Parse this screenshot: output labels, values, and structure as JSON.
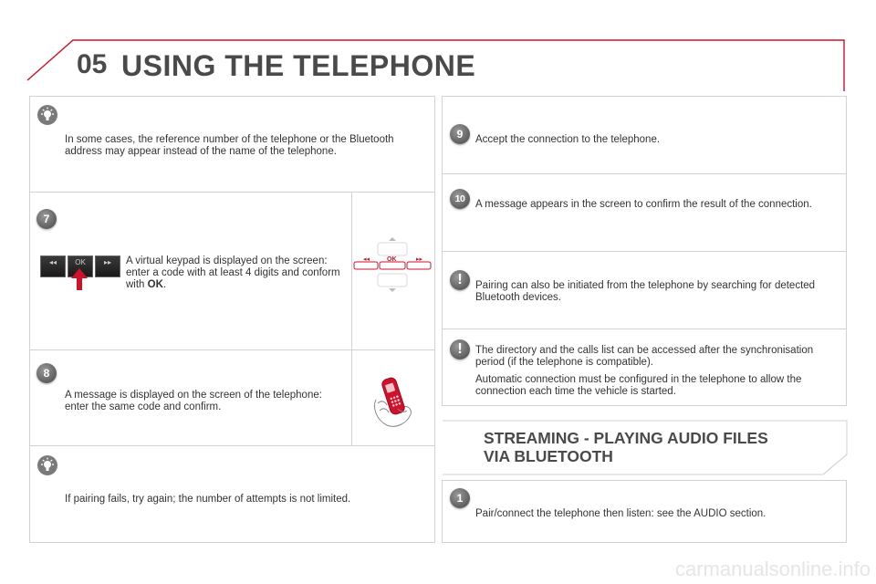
{
  "header": {
    "chapter": "05",
    "title": "USING THE TELEPHONE",
    "accent_color": "#d0112b"
  },
  "left": {
    "note1": "In some cases, the reference number of the telephone or the Bluetooth address may appear instead of the name of the telephone.",
    "step7": {
      "number": "7",
      "text_a": "A virtual keypad is displayed on the screen: enter a code with at least 4 digits and conform with ",
      "text_b": "OK",
      "text_c": ".",
      "ok_label": "OK"
    },
    "step8": {
      "number": "8",
      "text": "A message is displayed on the screen of the telephone: enter the same code and confirm."
    },
    "note2": "If pairing fails, try again; the number of attempts is not limited."
  },
  "right": {
    "step9": {
      "number": "9",
      "text": "Accept the connection to the telephone."
    },
    "step10": {
      "number": "10",
      "text": "A message appears in the screen to confirm the result of the connection."
    },
    "warn1": "Pairing can also be initiated from the telephone by searching for detected Bluetooth devices.",
    "warn2_a": "The directory and the calls list can be accessed after the synchronisation period (if the telephone is compatible).",
    "warn2_b": "Automatic connection must be configured in the telephone to allow the connection each time the vehicle is started.",
    "streaming_title_1": "STREAMING - PLAYING AUDIO FILES",
    "streaming_title_2": "VIA BLUETOOTH",
    "step1": {
      "number": "1",
      "text": "Pair/connect the telephone then listen: see the AUDIO section."
    }
  },
  "icons": {
    "bulb": "bulb-icon",
    "warning": "exclamation-icon"
  },
  "watermark": "carmanualsonline.info"
}
